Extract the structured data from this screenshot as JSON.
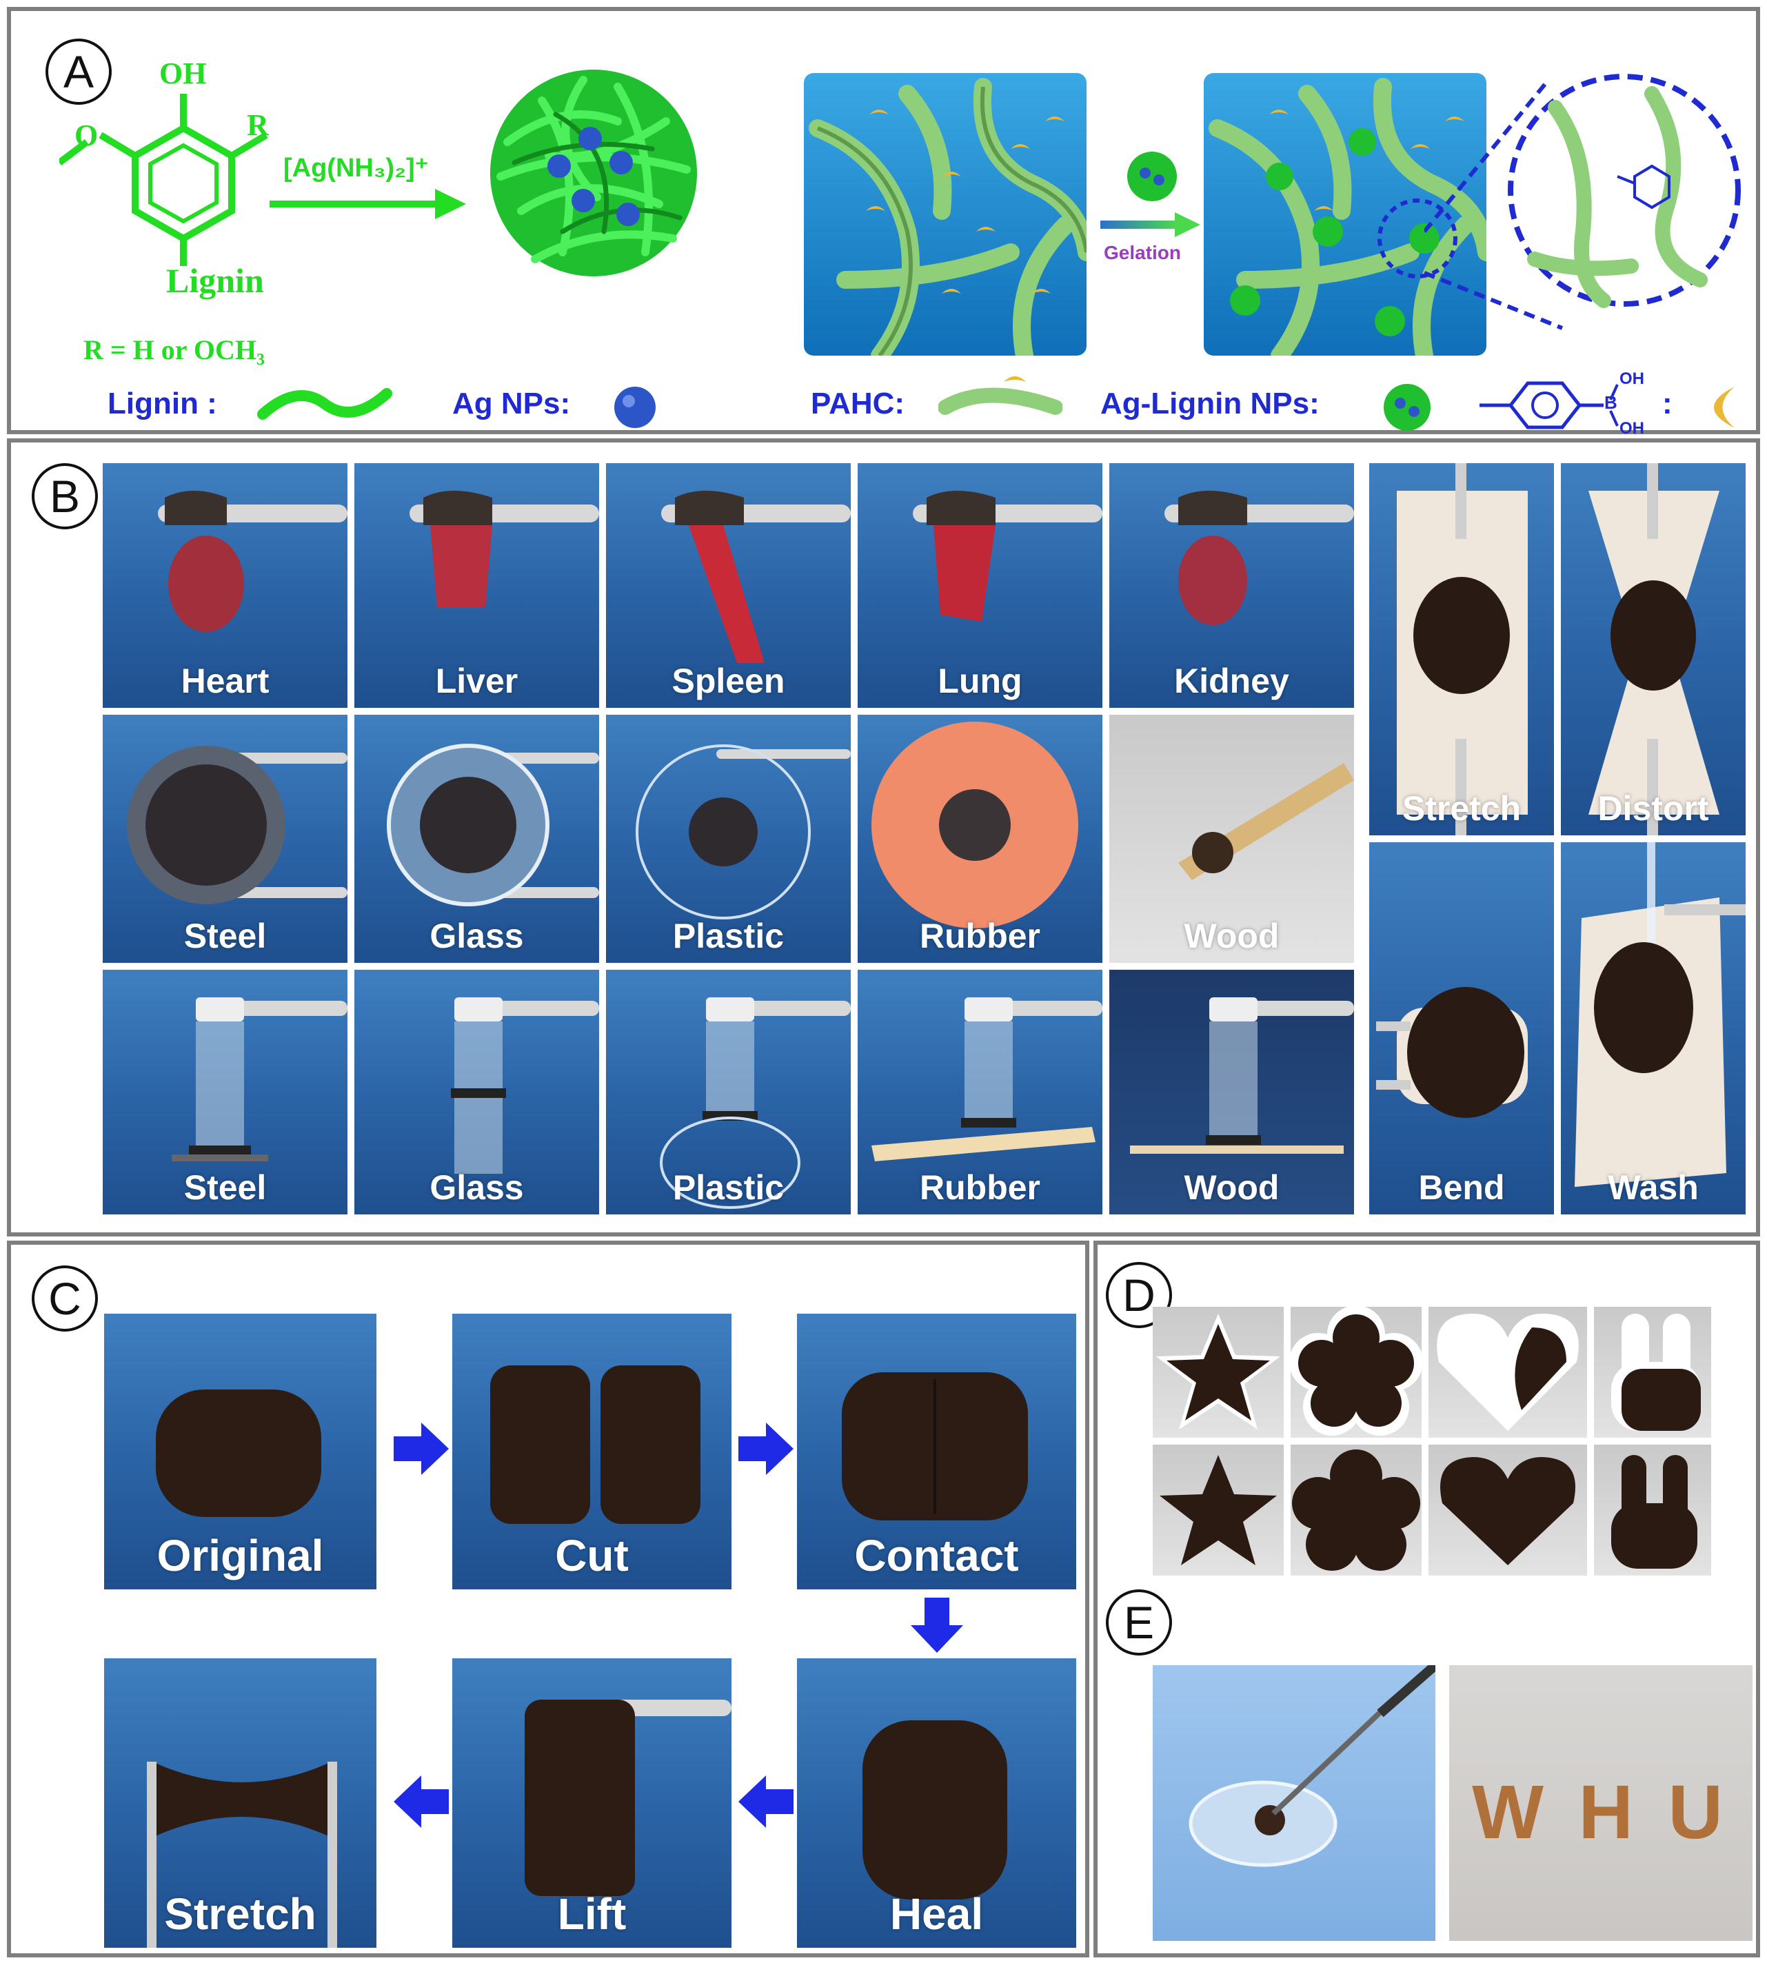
{
  "panels": {
    "A": {
      "letter": "A",
      "chem": {
        "oh": "OH",
        "r": "R",
        "o": "O",
        "lignin": "Lignin",
        "r_def": "R = H or OCH₃",
        "reagent": "[Ag(NH₃)₂]⁺",
        "gelation": "Gelation"
      },
      "legend": {
        "lignin": "Lignin :",
        "ag_nps": "Ag NPs:",
        "pahc": "PAHC:",
        "ag_lignin": "Ag-Lignin NPs:",
        "boronic_oh1": "OH",
        "boronic_oh2": "OH",
        "boronic_b": "B",
        "boronic_colon": ":"
      }
    },
    "B": {
      "letter": "B",
      "row1": [
        "Heart",
        "Liver",
        "Spleen",
        "Lung",
        "Kidney"
      ],
      "row2": [
        "Steel",
        "Glass",
        "Plastic",
        "Rubber",
        "Wood"
      ],
      "row3": [
        "Steel",
        "Glass",
        "Plastic",
        "Rubber",
        "Wood"
      ],
      "right": [
        "Stretch",
        "Distort",
        "Bend",
        "Wash"
      ]
    },
    "C": {
      "letter": "C",
      "steps": [
        "Original",
        "Cut",
        "Contact",
        "Heal",
        "Lift",
        "Stretch"
      ]
    },
    "D": {
      "letter": "D",
      "shapes": [
        "star",
        "flower",
        "heart",
        "bunny"
      ]
    },
    "E": {
      "letter": "E",
      "letters": "W H U"
    }
  },
  "colors": {
    "border": "#7f7f7f",
    "legend_blue": "#1f2ad1",
    "lignin_green": "#22dd22",
    "photo_blue": "#2a63a5",
    "gel_brown": "#2a1a12"
  }
}
